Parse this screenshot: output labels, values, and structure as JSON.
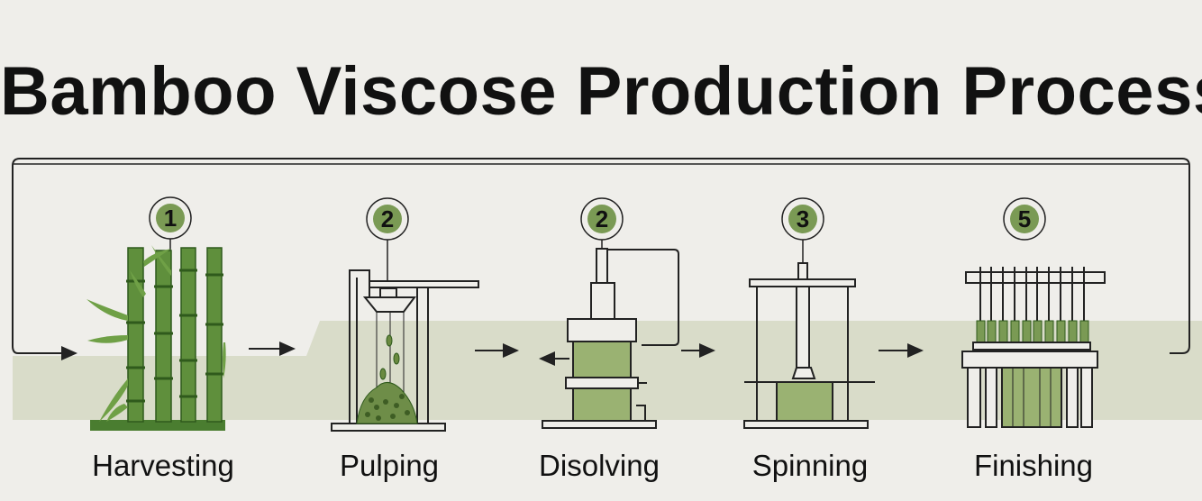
{
  "title": "Bamboo Viscose Production Process",
  "colors": {
    "background": "#efeeea",
    "band": "#d9dcc9",
    "badge_fill": "#7a9a54",
    "bamboo": "#4a7d30",
    "fill_green": "#9ab272",
    "line": "#222222"
  },
  "stages": [
    {
      "number": "1",
      "label": "Harvesting",
      "icon": "bamboo-stalks-icon"
    },
    {
      "number": "2",
      "label": "Pulping",
      "icon": "pulping-press-icon"
    },
    {
      "number": "2",
      "label": "Disolving",
      "icon": "dissolving-tank-icon"
    },
    {
      "number": "3",
      "label": "Spinning",
      "icon": "spinning-machine-icon"
    },
    {
      "number": "5",
      "label": "Finishing",
      "icon": "finishing-machine-icon"
    }
  ]
}
